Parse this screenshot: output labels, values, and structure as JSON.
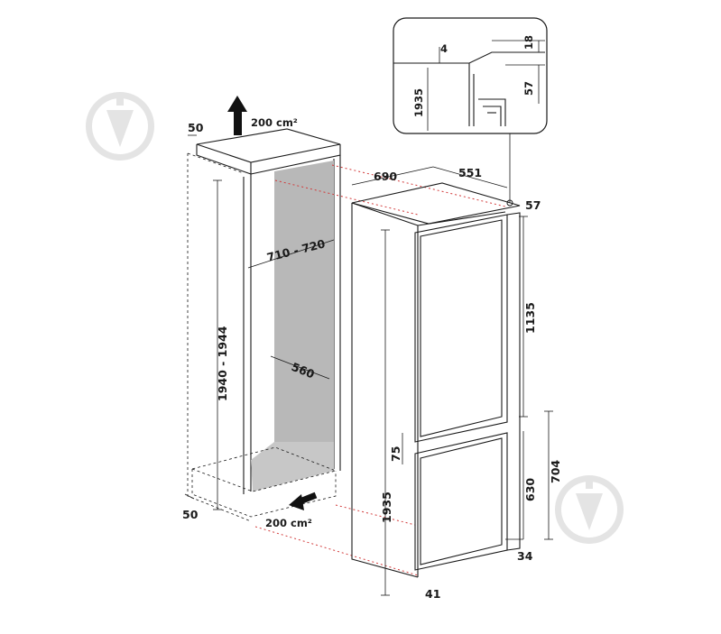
{
  "ventilation": {
    "top_area": "200 cm²",
    "bottom_area": "200 cm²"
  },
  "niche": {
    "top_gap": "50",
    "bottom_gap": "50",
    "height": "1940 - 1944",
    "width": "710 - 720",
    "depth": "560"
  },
  "appliance": {
    "depth_total": "690",
    "depth_body": "551",
    "hinge_offset": "57",
    "height": "1935",
    "upper_door": "1135",
    "lower_door_total": "704",
    "lower_door": "630",
    "door_gap": "75",
    "plinth": "34",
    "base_offset": "41"
  },
  "detail": {
    "top_gap": "4",
    "plate": "18",
    "offset": "57",
    "height": "1935"
  }
}
